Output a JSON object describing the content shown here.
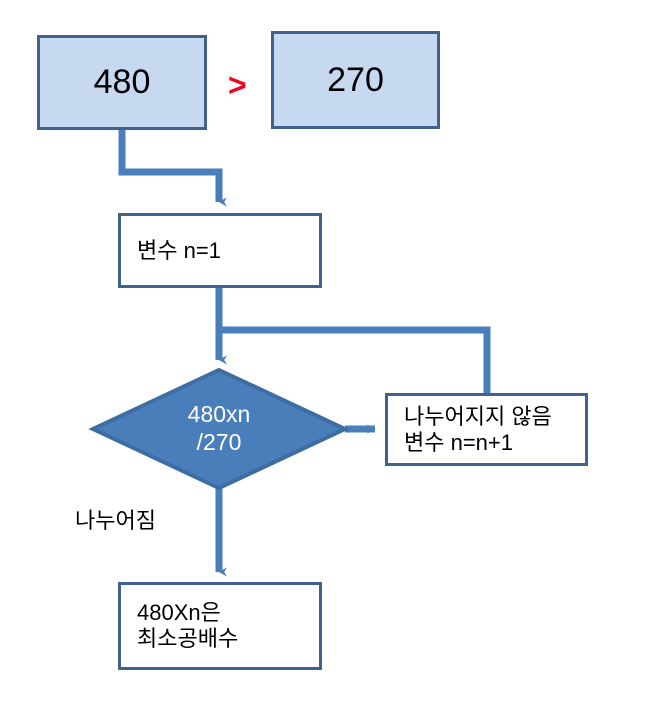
{
  "diagram": {
    "title": "480 and 270 least common multiple flowchart",
    "colors": {
      "box_fill": "#C6D9F0",
      "box_stroke": "#41628C",
      "diamond_fill": "#4A7EBB",
      "diamond_stroke": "#3D6DA3",
      "connector": "#4A7EBB",
      "comparison_symbol": "#E8091B",
      "text": "#000000",
      "diamond_text": "#FFFFFF"
    },
    "nodes": {
      "value_a": "480",
      "value_b": "270",
      "comparison_operator": ">",
      "init_variable": "변수 n=1",
      "decision": "480xn\n/270",
      "not_divisible": "나누어지지 않음\n변수 n=n+1",
      "result": "480Xn은\n최소공배수"
    },
    "edge_labels": {
      "divisible": "나누어짐"
    }
  }
}
